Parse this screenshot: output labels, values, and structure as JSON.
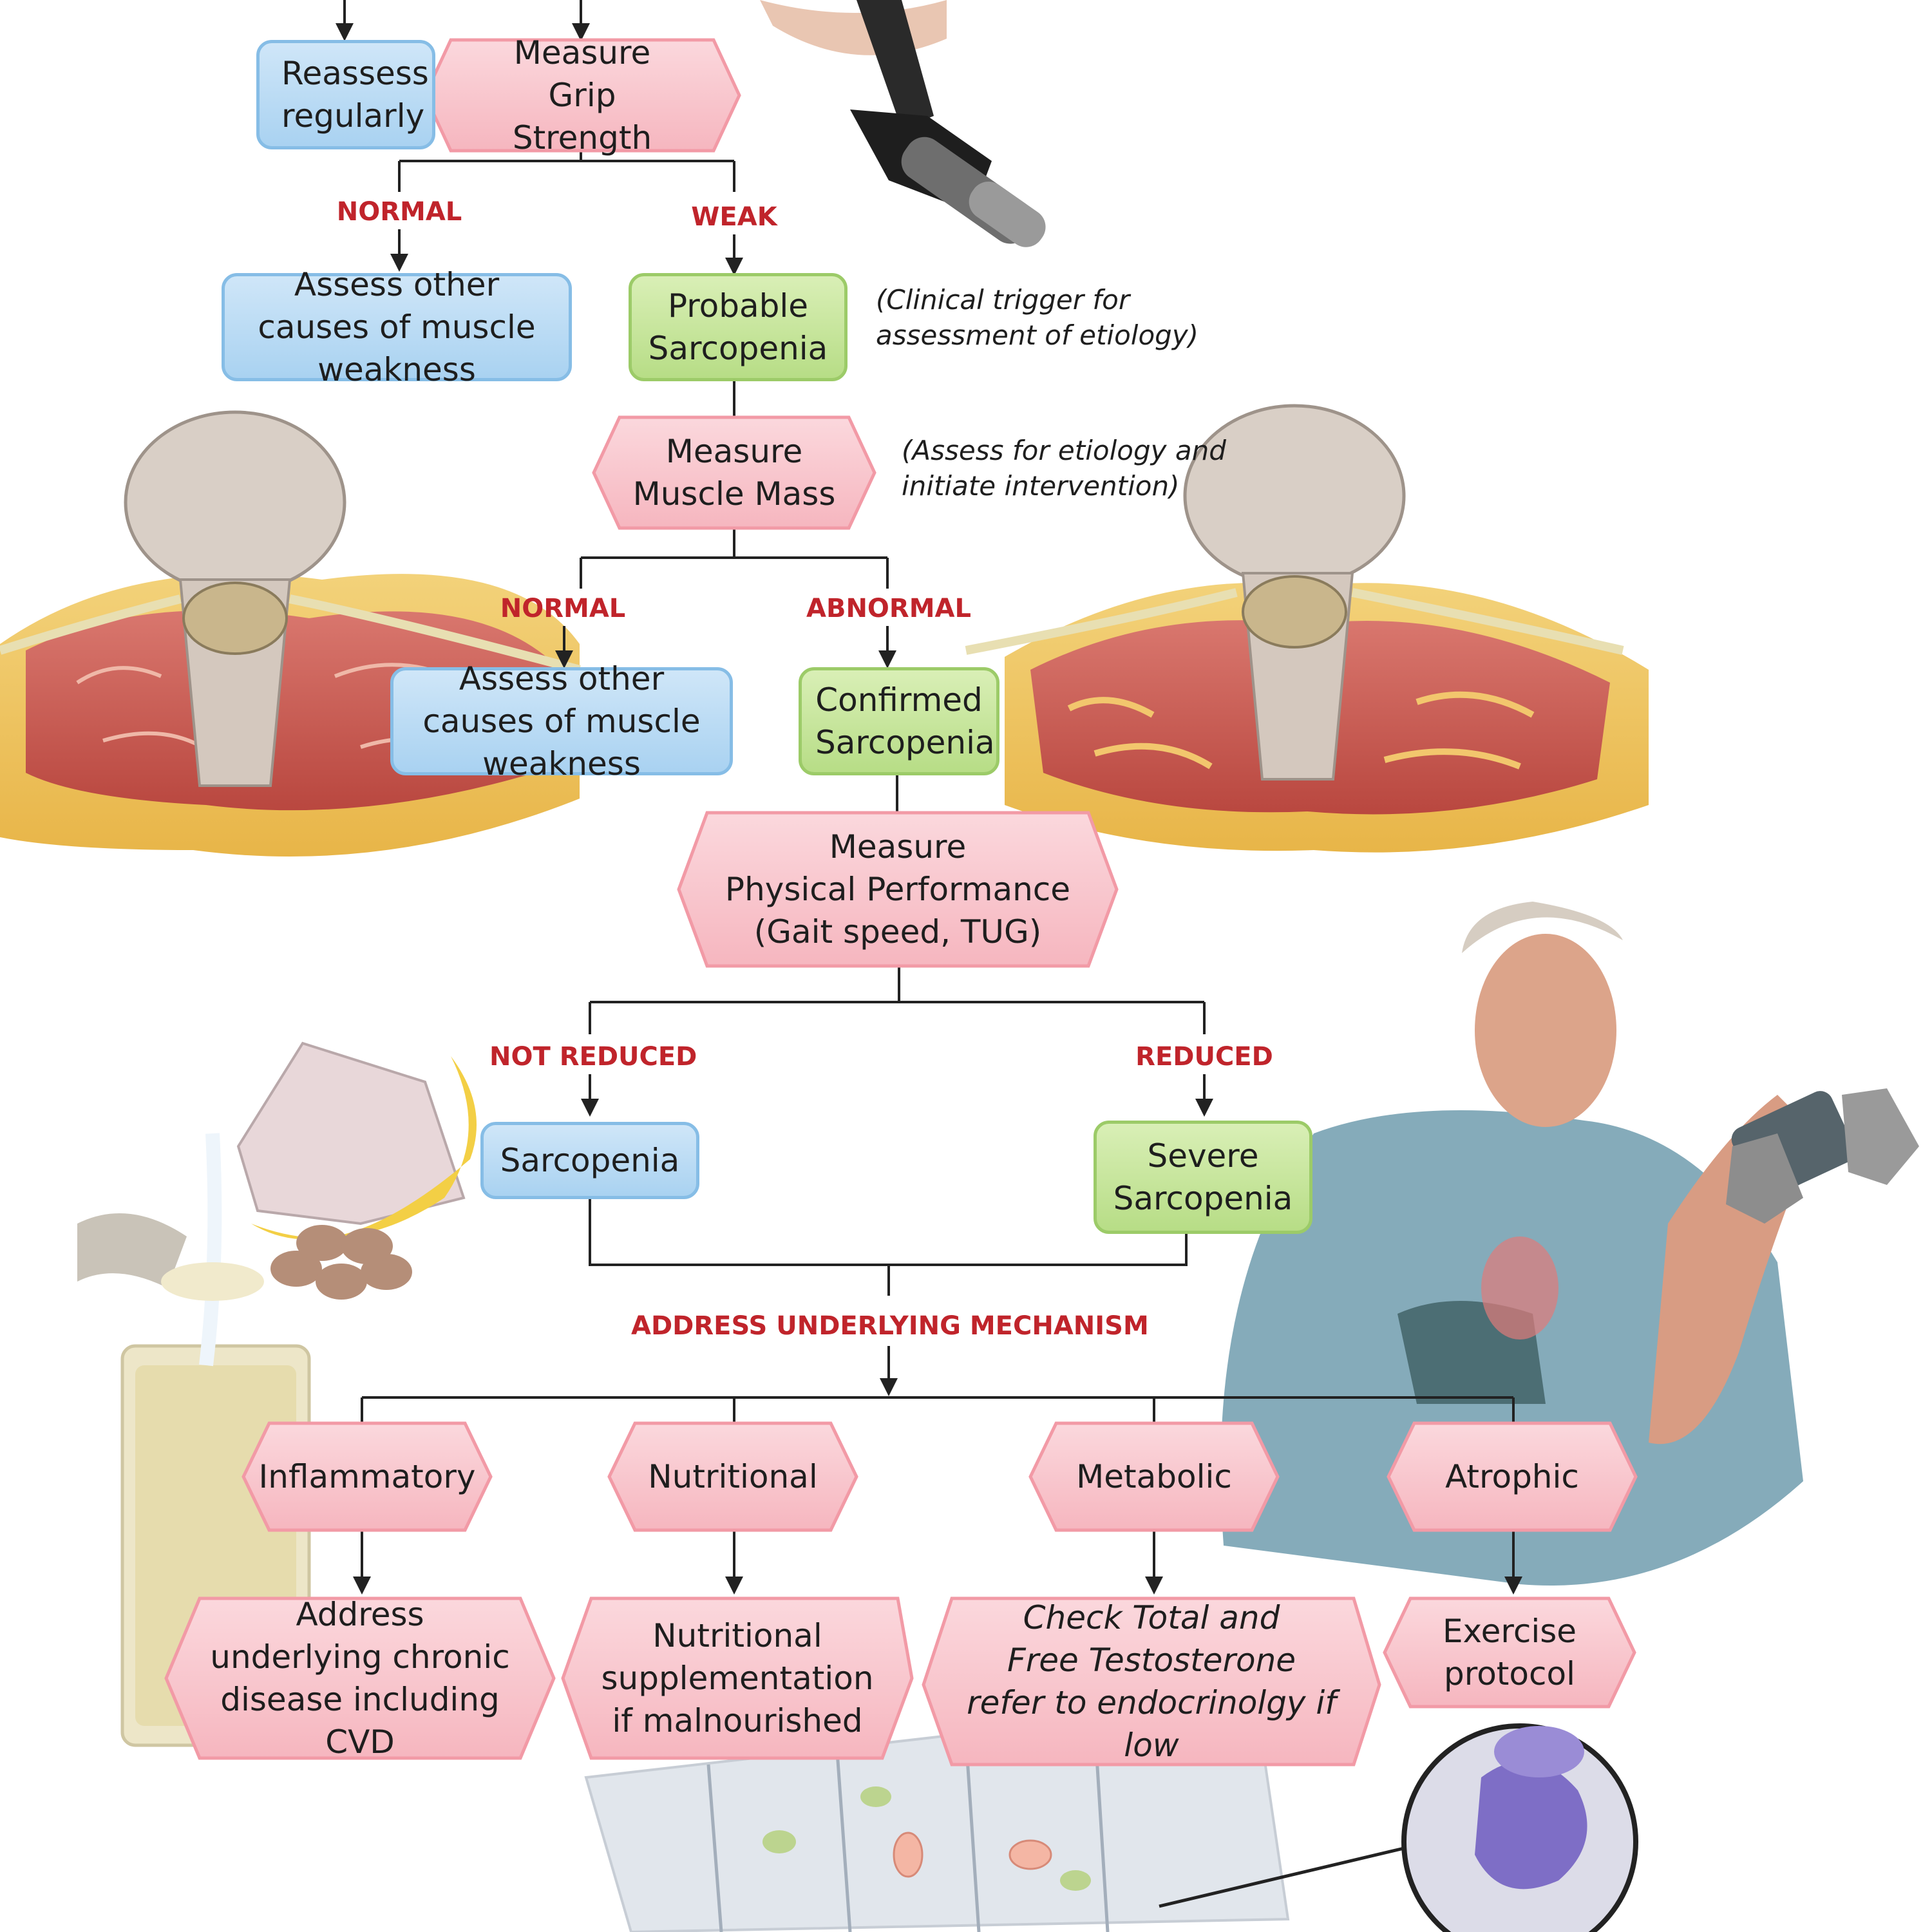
{
  "nodes": {
    "reassess": "Reassess regularly",
    "grip": "Measure Grip Strength",
    "assess_other_1": "Assess other causes of muscle weakness",
    "probable": "Probable Sarcopenia",
    "muscle_mass": "Measure Muscle Mass",
    "assess_other_2": "Assess other causes of muscle weakness",
    "confirmed": "Confirmed Sarcopenia",
    "performance_line1": "Measure",
    "performance_line2": "Physical Performance",
    "performance_line3": "(Gait speed, TUG)",
    "sarcopenia": "Sarcopenia",
    "severe": "Severe Sarcopenia",
    "inflammatory": "Inflammatory",
    "nutritional": "Nutritional",
    "metabolic": "Metabolic",
    "atrophic": "Atrophic",
    "address_disease": "Address underlying chronic disease including CVD",
    "supplementation": "Nutritional supplementation if malnourished",
    "testosterone_line1": "Check Total and",
    "testosterone_line2": "Free Testosterone",
    "testosterone_line3": "refer to endocrinolgy if low",
    "exercise": "Exercise protocol"
  },
  "branch_labels": {
    "grip_normal": "NORMAL",
    "grip_weak": "WEAK",
    "mass_normal": "NORMAL",
    "mass_abnormal": "ABNORMAL",
    "perf_not_reduced": "NOT REDUCED",
    "perf_reduced": "REDUCED",
    "mechanism": "ADDRESS UNDERLYING MECHANISM"
  },
  "notes": {
    "probable_line1": "(Clinical trigger for",
    "probable_line2": "assessment of etiology)",
    "mass_line1": "(Assess for etiology and",
    "mass_line2": "initiate intervention)"
  },
  "colors": {
    "label_red": "#c0242b",
    "hex_fill": "#f8c4cb",
    "hex_stroke": "#f29aa6",
    "blue_fill": "#a9d2f1",
    "green_fill": "#b7dd86"
  }
}
